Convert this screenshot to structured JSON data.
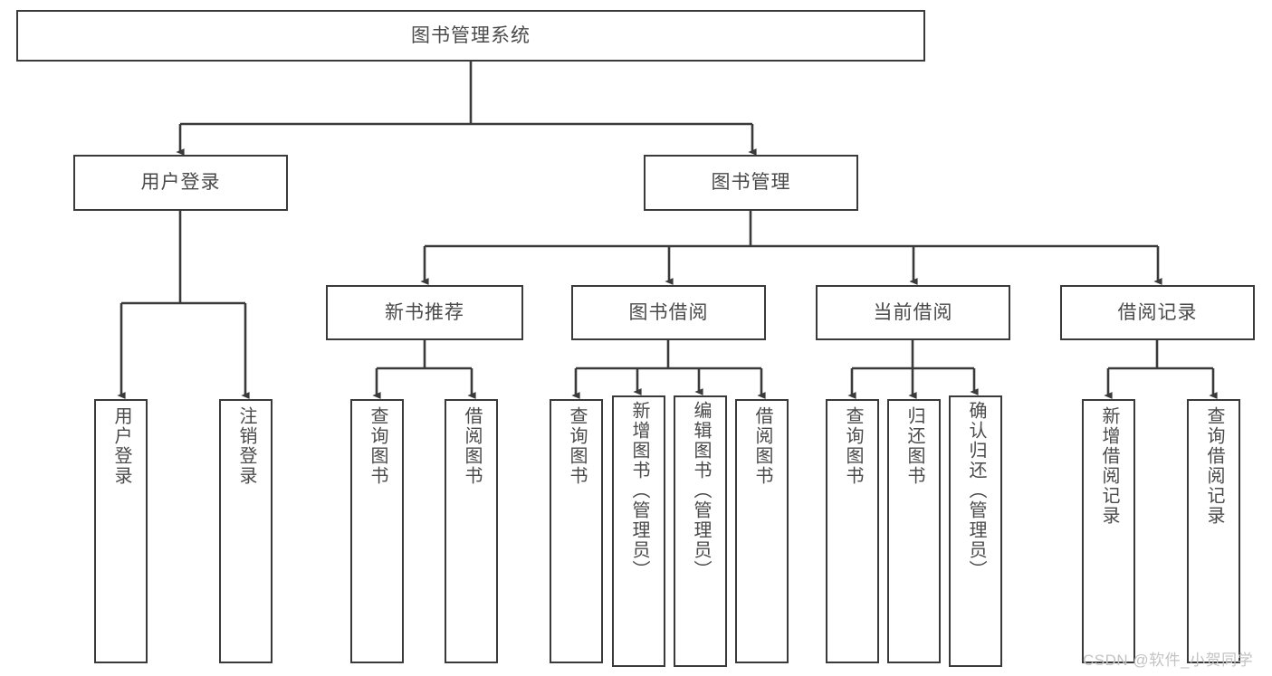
{
  "diagram": {
    "title": "图书管理系统",
    "type": "tree-structure-chart",
    "colors": {
      "border": "#3a3a3a",
      "text": "#4a4a4a",
      "background": "#ffffff",
      "edge": "#3a3a3a",
      "watermark": "#c3c3c3"
    },
    "root": {
      "id": "root",
      "label": "图书管理系统"
    },
    "level2": [
      {
        "id": "user-login",
        "label": "用户登录"
      },
      {
        "id": "book-manage",
        "label": "图书管理"
      }
    ],
    "level3": [
      {
        "id": "new-book-rec",
        "label": "新书推荐",
        "parent": "book-manage"
      },
      {
        "id": "book-borrow",
        "label": "图书借阅",
        "parent": "book-manage"
      },
      {
        "id": "current-borrow",
        "label": "当前借阅",
        "parent": "book-manage"
      },
      {
        "id": "borrow-record",
        "label": "借阅记录",
        "parent": "book-manage"
      }
    ],
    "leaves": [
      {
        "id": "leaf-user-login",
        "label": "用户登录",
        "parent": "user-login"
      },
      {
        "id": "leaf-user-logout",
        "label": "注销登录",
        "parent": "user-login"
      },
      {
        "id": "leaf-query-book-rec",
        "label": "查询图书",
        "parent": "new-book-rec"
      },
      {
        "id": "leaf-borrow-book-rec",
        "label": "借阅图书",
        "parent": "new-book-rec"
      },
      {
        "id": "leaf-query-book-borrow",
        "label": "查询图书",
        "parent": "book-borrow"
      },
      {
        "id": "leaf-add-book",
        "label": "新增图书（管理员）",
        "parent": "book-borrow"
      },
      {
        "id": "leaf-edit-book",
        "label": "编辑图书（管理员）",
        "parent": "book-borrow"
      },
      {
        "id": "leaf-borrow-book",
        "label": "借阅图书",
        "parent": "book-borrow"
      },
      {
        "id": "leaf-query-book-cur",
        "label": "查询图书",
        "parent": "current-borrow"
      },
      {
        "id": "leaf-return-book",
        "label": "归还图书",
        "parent": "current-borrow"
      },
      {
        "id": "leaf-confirm-return",
        "label": "确认归还（管理员）",
        "parent": "current-borrow"
      },
      {
        "id": "leaf-add-record",
        "label": "新增借阅记录",
        "parent": "borrow-record"
      },
      {
        "id": "leaf-query-record",
        "label": "查询借阅记录",
        "parent": "borrow-record"
      }
    ]
  },
  "watermark": {
    "text": "CSDN @软件_小贺同学"
  }
}
